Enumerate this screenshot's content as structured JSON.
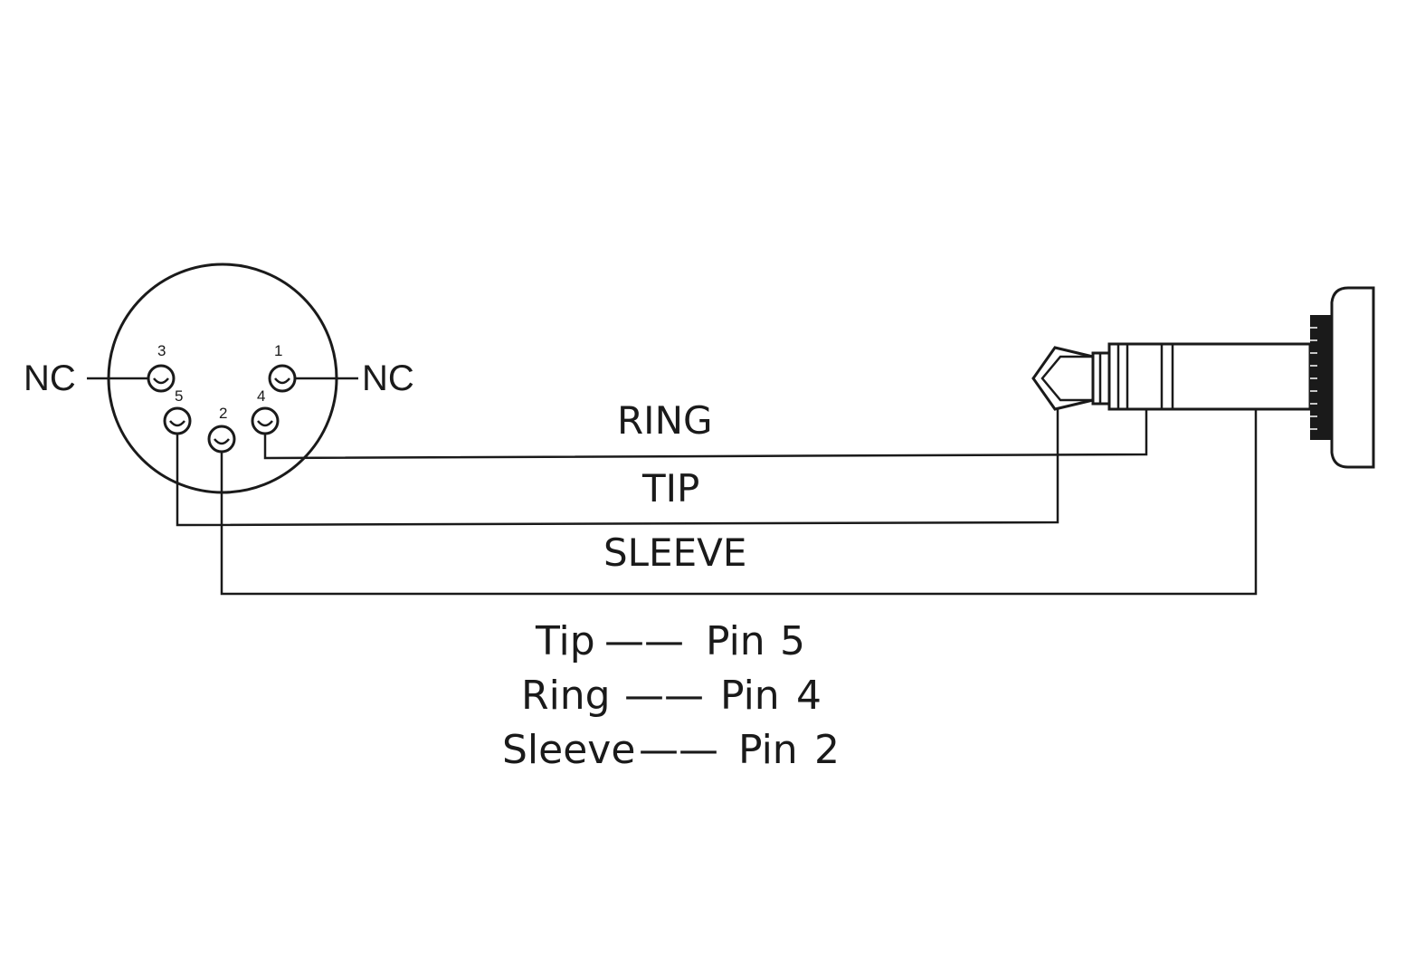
{
  "connector": {
    "pins": [
      {
        "number": "3"
      },
      {
        "number": "1"
      },
      {
        "number": "5"
      },
      {
        "number": "4"
      },
      {
        "number": "2"
      }
    ],
    "nc_left": "NC",
    "nc_right": "NC"
  },
  "wires": {
    "ring": "RING",
    "tip": "TIP",
    "sleeve": "SLEEVE"
  },
  "legend": [
    {
      "part": "Tip",
      "dash": "——",
      "pin": "Pin",
      "num": "5"
    },
    {
      "part": "Ring",
      "dash": "——",
      "pin": "Pin",
      "num": "4"
    },
    {
      "part": "Sleeve",
      "dash": "——",
      "pin": "Pin",
      "num": "2"
    }
  ],
  "colors": {
    "line": "#1a1a1a",
    "background": "#ffffff"
  }
}
